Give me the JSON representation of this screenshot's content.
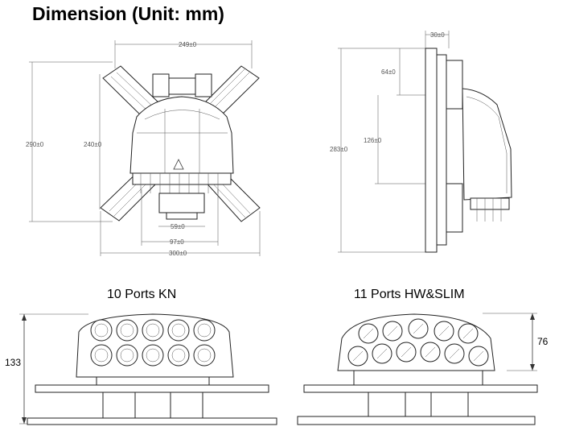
{
  "title": "Dimension (Unit: mm)",
  "front_view": {
    "dims": {
      "width_top": "249±0",
      "height_outer": "290±0",
      "height_inner": "240±0",
      "width_59": "59±0",
      "width_97": "97±0",
      "width_300": "300±0"
    }
  },
  "side_view": {
    "dims": {
      "depth_top": "30±0",
      "upper": "64±0",
      "middle": "126±0",
      "total": "283±0"
    }
  },
  "kn_view": {
    "caption": "10 Ports KN",
    "height_label": "133"
  },
  "hw_view": {
    "caption": "11 Ports  HW&SLIM",
    "height_label": "76"
  }
}
